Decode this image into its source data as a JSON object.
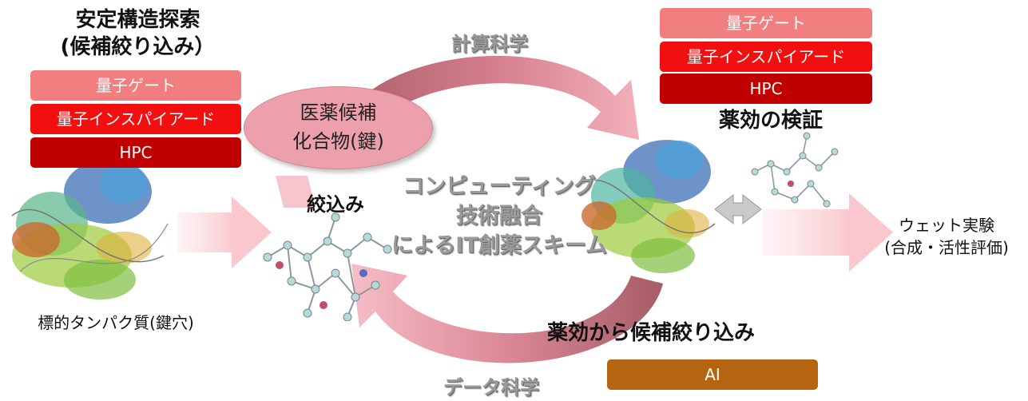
{
  "left": {
    "title_line1": "安定構造探索",
    "title_line2": "(候補絞り込み）",
    "badges": [
      "量子ゲート",
      "量子インスパイアード",
      "HPC"
    ],
    "protein_label": "標的タンパク質(鍵穴)"
  },
  "right": {
    "badges": [
      "量子ゲート",
      "量子インスパイアード",
      "HPC"
    ],
    "title": "薬効の検証",
    "wet_line1": "ウェット実験",
    "wet_line2": "(合成・活性評価)"
  },
  "center": {
    "top_label": "計算科学",
    "bottom_label": "データ科学",
    "candidate_line1": "医薬候補",
    "candidate_line2": "化合物(鍵)",
    "narrowing": "絞込み",
    "scheme_line1": "コンピューティング",
    "scheme_line2": "技術融合",
    "scheme_line3": "によるIT創薬スキーム",
    "efficacy_narrowing": "薬効から候補絞り込み",
    "ai_badge": "AI"
  },
  "colors": {
    "quantum_gate": "#f27f7f",
    "quantum_inspired": "#f20f0f",
    "hpc": "#c00000",
    "ai": "#b5650f",
    "cycle": "#e9909d"
  },
  "icons": [
    "protein-structure-icon",
    "molecule-icon",
    "double-arrow-icon",
    "right-arrow-icon"
  ]
}
